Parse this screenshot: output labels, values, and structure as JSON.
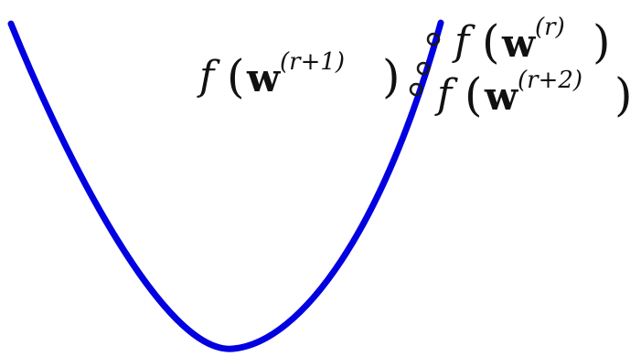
{
  "labels": {
    "top_right": {
      "func": "f",
      "var": "w",
      "superscript": "(r)"
    },
    "left": {
      "func": "f",
      "var": "w",
      "superscript": "(r+1)"
    },
    "bottom_right": {
      "func": "f",
      "var": "w",
      "superscript": "(r+2)"
    }
  },
  "colors": {
    "curve": "#0000e0",
    "marker": "#1a1a1a",
    "text": "#111111"
  },
  "markers": [
    {
      "id": "w_r"
    },
    {
      "id": "w_r_plus_1"
    },
    {
      "id": "w_r_plus_2"
    }
  ]
}
